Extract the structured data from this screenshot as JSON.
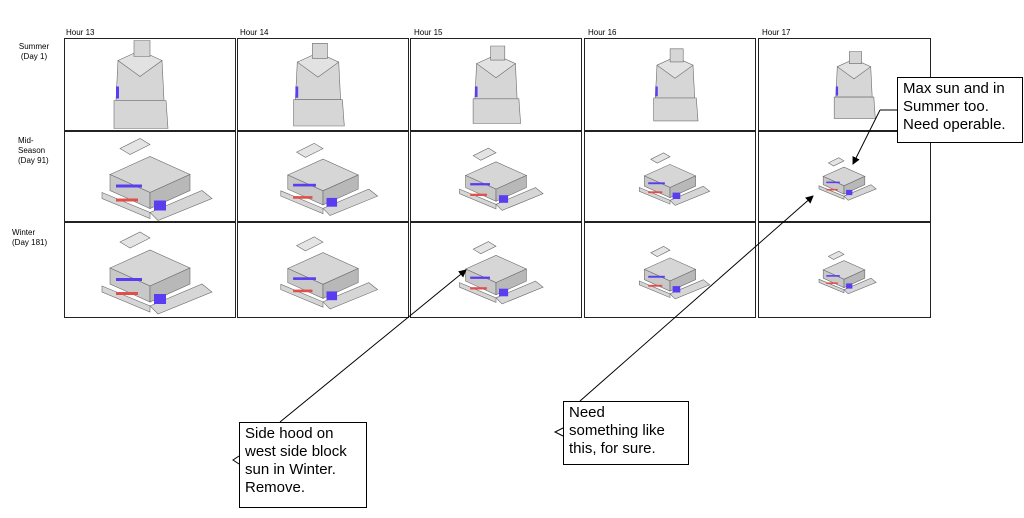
{
  "columns": [
    "Hour 13",
    "Hour 14",
    "Hour 15",
    "Hour 16",
    "Hour 17"
  ],
  "rows": [
    {
      "label": "Summer\n(Day 1)"
    },
    {
      "label": "Mid-\nSeason\n(Day 91)"
    },
    {
      "label": "Winter\n(Day 181)"
    }
  ],
  "callouts": {
    "max_sun": "Max sun and in\nSummer too.\nNeed operable.",
    "side_hood": "Side hood on\nwest side block\nsun in Winter.\nRemove.",
    "need_something": "Need\nsomething like\nthis, for sure."
  },
  "colors": {
    "roof": "#d6d6d6",
    "wall": "#c8c8c8",
    "edge": "#6a6a6a",
    "shadow_blue": "#5a3df0",
    "hot_red": "#e0504a"
  }
}
